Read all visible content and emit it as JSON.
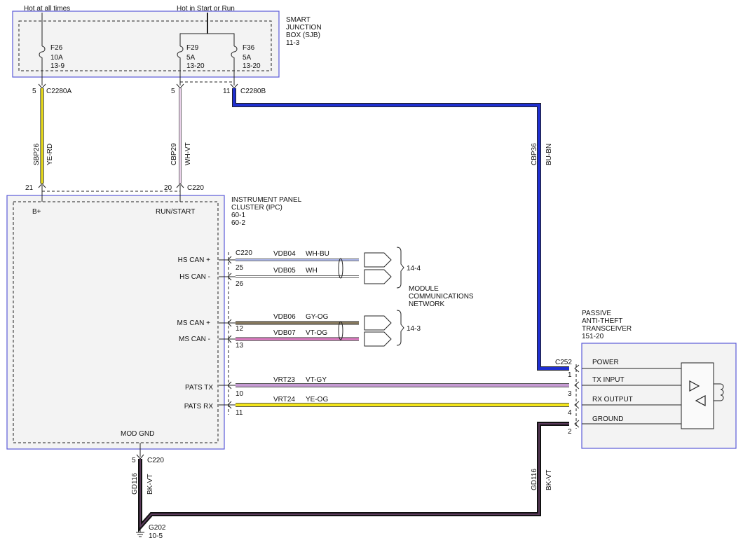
{
  "sjb": {
    "supply_left": "Hot at all times",
    "supply_right": "Hot in Start or Run",
    "title_lines": [
      "SMART",
      "JUNCTION",
      "BOX (SJB)",
      "11-3"
    ],
    "fuses": [
      {
        "name": "F26",
        "rating": "10A",
        "ref": "13-9"
      },
      {
        "name": "F29",
        "rating": "5A",
        "ref": "13-20"
      },
      {
        "name": "F36",
        "rating": "5A",
        "ref": "13-20"
      }
    ],
    "pins": [
      "5",
      "5",
      "11"
    ],
    "connectors": [
      "C2280A",
      "C2280B"
    ]
  },
  "wires": {
    "sbp26": {
      "circuit": "SBP26",
      "color": "YE-RD"
    },
    "cbp29": {
      "circuit": "CBP29",
      "color": "WH-VT"
    },
    "cbp36": {
      "circuit": "CBP36",
      "color": "BU-BN"
    },
    "gd116_left": {
      "circuit": "GD116",
      "color": "BK-VT"
    },
    "gd116_right": {
      "circuit": "GD116",
      "color": "BK-VT"
    }
  },
  "ipc": {
    "title_lines": [
      "INSTRUMENT PANEL",
      "CLUSTER (IPC)",
      "60-1",
      "60-2"
    ],
    "pin_b": "21",
    "pin_run": "20",
    "connector": "C220",
    "label_b": "B+",
    "label_run": "RUN/START",
    "label_gnd": "MOD GND",
    "gnd_pin": "5",
    "gnd_connector": "C220",
    "signals": [
      {
        "label": "HS CAN +",
        "pin": "25",
        "circuit": "VDB04",
        "color": "WH-BU",
        "hex": "#5a6fd6"
      },
      {
        "label": "HS CAN -",
        "pin": "26",
        "circuit": "VDB05",
        "color": "WH",
        "hex": "#bbbbbb"
      },
      {
        "label": "MS CAN +",
        "pin": "12",
        "circuit": "VDB06",
        "color": "GY-OG",
        "hex": "#8d7f62"
      },
      {
        "label": "MS CAN -",
        "pin": "13",
        "circuit": "VDB07",
        "color": "VT-OG",
        "hex": "#e37fc7"
      },
      {
        "label": "PATS TX",
        "pin": "10",
        "circuit": "VRT23",
        "color": "VT-GY",
        "hex": "#c59ad2"
      },
      {
        "label": "PATS RX",
        "pin": "11",
        "circuit": "VRT24",
        "color": "YE-OG",
        "hex": "#f3e51b"
      }
    ],
    "can_connector": "C220"
  },
  "network": {
    "ref_hs": "14-4",
    "ref_ms": "14-3",
    "title_lines": [
      "MODULE",
      "COMMUNICATIONS",
      "NETWORK"
    ]
  },
  "pats": {
    "title_lines": [
      "PASSIVE",
      "ANTI-THEFT",
      "TRANSCEIVER",
      "151-20"
    ],
    "connector": "C252",
    "terminals": [
      {
        "pin": "1",
        "label": "POWER"
      },
      {
        "pin": "3",
        "label": "TX INPUT"
      },
      {
        "pin": "4",
        "label": "RX OUTPUT"
      },
      {
        "pin": "2",
        "label": "GROUND"
      }
    ]
  },
  "ground": {
    "name": "G202",
    "ref": "10-5"
  },
  "colors": {
    "box_border": "#5a5ad8",
    "box_fill": "#f3f3f3",
    "yellow": "#f3e51b",
    "blue": "#1f2fd0",
    "white_violet": "#e6c8e6",
    "black_violet": "#2b1c2b"
  }
}
